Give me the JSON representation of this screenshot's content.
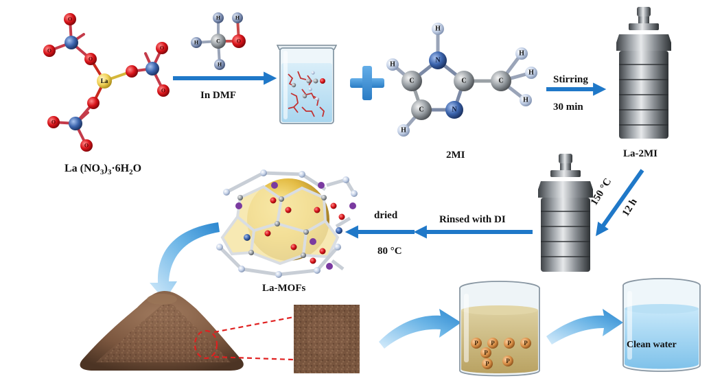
{
  "labels": {
    "precursor_formula": "La (NO",
    "precursor_sub3": "3",
    "precursor_close": ")",
    "precursor_sub3b": "3",
    "precursor_tail": "·6H",
    "precursor_sub2": "2",
    "precursor_end": "O",
    "solvent_step": "In DMF",
    "stir_step": "Stirring",
    "stir_time": "30 min",
    "ligand": "2MI",
    "autoclave_label": "La-2MI",
    "heat_temp": "150 °C",
    "heat_time": "12 h",
    "rinse_step": "Rinsed with DI",
    "dry_step": "dried",
    "dry_temp": "80 °C",
    "product": "La-MOFs",
    "result": "Clean water",
    "phosphate_letter": "P"
  },
  "atoms": {
    "lanthanum": "La",
    "nitrogen": "N",
    "oxygen": "O",
    "carbon": "C",
    "hydrogen": "H"
  },
  "colors": {
    "arrow_blue": "#1f78c8",
    "oxygen_red": "#d8141a",
    "nitrogen_blue": "#3b64ad",
    "lanthanum_gold": "#f2d35a",
    "carbon_gray": "#8d9296",
    "hydrogen_light": "#bcc8dd",
    "powder_brown": "#8a6248",
    "solution_khaki": "#c9b77c",
    "water_blue": "#9ad0ee",
    "phosphate_orange": "#d98f47",
    "zoom_dash": "#e02020"
  }
}
